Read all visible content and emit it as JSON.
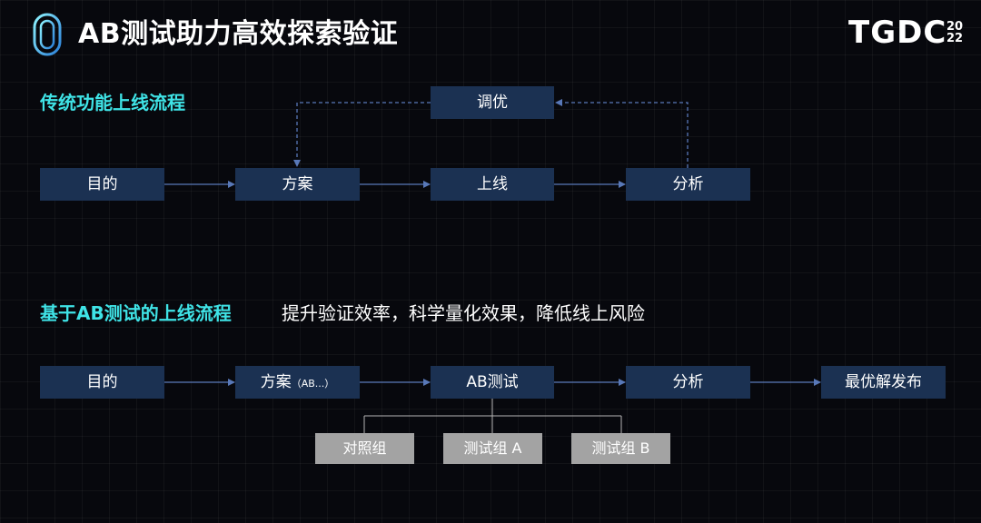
{
  "title": "AB测试助力高效探索验证",
  "brand": {
    "name": "TGDC",
    "year_top": "20",
    "year_bottom": "22"
  },
  "colors": {
    "accent": "#3fe3e6",
    "box": "#1b3152",
    "gray_box": "#a3a3a3"
  },
  "traditional": {
    "title": "传统功能上线流程",
    "boxes": {
      "goal": "目的",
      "plan": "方案",
      "launch": "上线",
      "analysis": "分析",
      "tune": "调优"
    }
  },
  "ab": {
    "title": "基于AB测试的上线流程",
    "subtitle": "提升验证效率，科学量化效果，降低线上风险",
    "boxes": {
      "goal": "目的",
      "plan": "方案",
      "plan_suffix": "（AB...）",
      "abtest": "AB测试",
      "analysis": "分析",
      "release": "最优解发布"
    },
    "groups": {
      "control": "对照组",
      "test_a": "测试组 A",
      "test_b": "测试组 B"
    }
  }
}
